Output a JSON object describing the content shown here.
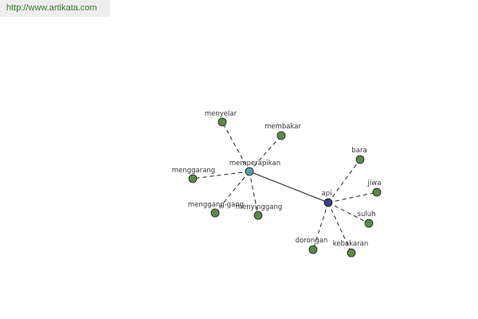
{
  "header": {
    "url": "http://www.artikata.com"
  },
  "colors": {
    "leaf": "#5a8a4a",
    "hub_memperapikan": "#5a9aa8",
    "hub_api": "#3a3f8a"
  },
  "graph": {
    "nodes": [
      {
        "id": "memperapikan",
        "label": "memperapikan",
        "kind": "hub_memperapikan"
      },
      {
        "id": "api",
        "label": "api",
        "kind": "hub_api"
      },
      {
        "id": "menyelar",
        "label": "menyelar",
        "kind": "leaf"
      },
      {
        "id": "membakar",
        "label": "membakar",
        "kind": "leaf"
      },
      {
        "id": "menggarang",
        "label": "menggarang",
        "kind": "leaf"
      },
      {
        "id": "menggang-gang",
        "label": "menggang-gang",
        "kind": "leaf"
      },
      {
        "id": "menyinggang",
        "label": "menyinggang",
        "kind": "leaf"
      },
      {
        "id": "bara",
        "label": "bara",
        "kind": "leaf"
      },
      {
        "id": "jiwa",
        "label": "jiwa",
        "kind": "leaf"
      },
      {
        "id": "suluh",
        "label": "suluh",
        "kind": "leaf"
      },
      {
        "id": "dorongan",
        "label": "dorongan",
        "kind": "leaf"
      },
      {
        "id": "kebakaran",
        "label": "kebakaran",
        "kind": "leaf"
      }
    ],
    "edges": [
      {
        "from": "memperapikan",
        "to": "api",
        "style": "solid"
      },
      {
        "from": "memperapikan",
        "to": "menyelar",
        "style": "dashed"
      },
      {
        "from": "memperapikan",
        "to": "membakar",
        "style": "dashed"
      },
      {
        "from": "memperapikan",
        "to": "menggarang",
        "style": "dashed"
      },
      {
        "from": "memperapikan",
        "to": "menggang-gang",
        "style": "dashed"
      },
      {
        "from": "memperapikan",
        "to": "menyinggang",
        "style": "dashed"
      },
      {
        "from": "api",
        "to": "bara",
        "style": "dashed"
      },
      {
        "from": "api",
        "to": "jiwa",
        "style": "dashed"
      },
      {
        "from": "api",
        "to": "suluh",
        "style": "dashed"
      },
      {
        "from": "api",
        "to": "dorongan",
        "style": "dashed"
      },
      {
        "from": "api",
        "to": "kebakaran",
        "style": "dashed"
      }
    ]
  }
}
